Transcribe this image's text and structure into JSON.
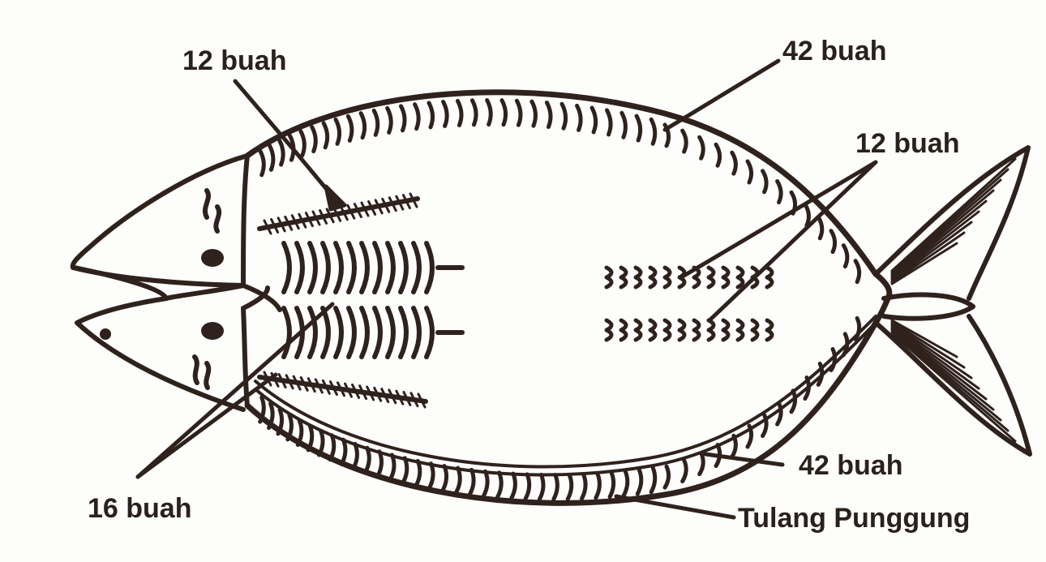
{
  "diagram": {
    "colors": {
      "ink": "#2f221d",
      "paper": "#fdfdfc"
    },
    "labels": {
      "top_left": "12 buah",
      "top_right": "42 buah",
      "right_middle": "12 buah",
      "bottom_left": "16 buah",
      "bottom_right": "42 buah",
      "backbone": "Tulang Punggung"
    }
  }
}
